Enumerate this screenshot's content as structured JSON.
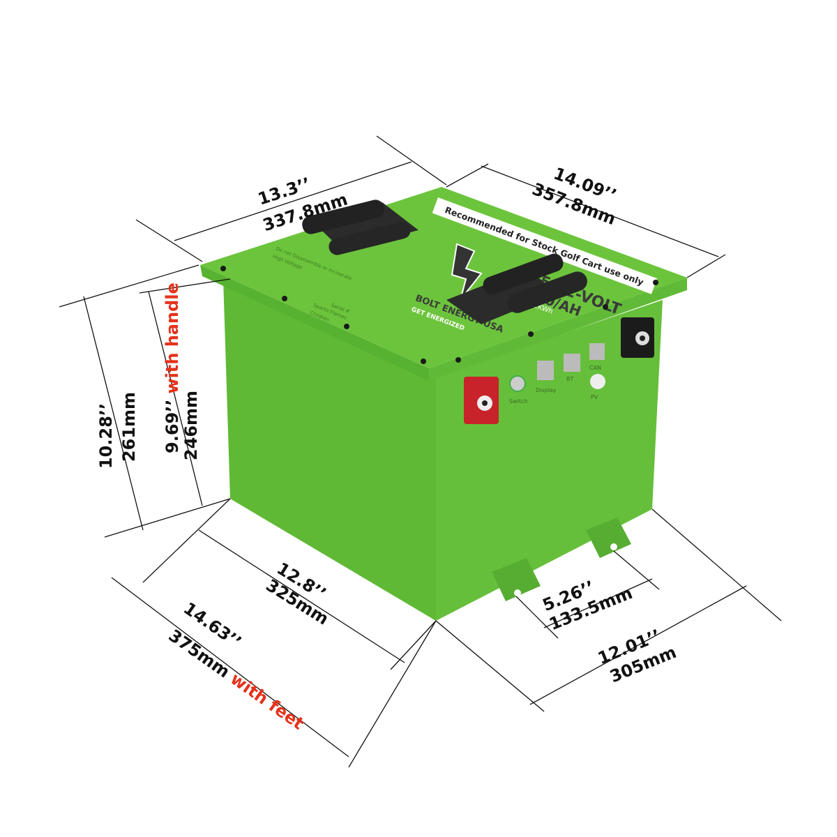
{
  "label": {
    "banner": "Recommended for Stock Golf Cart use only",
    "voltage": "51.2-VOLT",
    "capacity": "60/AH",
    "energy": "3.072KWh",
    "brand": "BOLT ENERGY USA",
    "tagline": "GET ENERGIZED",
    "serial": "Serial #",
    "warning_1": "Do not Disassemble or Incinerate",
    "warning_2": "High Voltage",
    "warning_3": "Sparks Flames",
    "warning_4": "Children"
  },
  "ports": [
    "Switch",
    "Display",
    "BT",
    "CAN",
    "PV"
  ],
  "dimensions": {
    "top_left": {
      "inch": "13.3’’",
      "mm": "337.8mm"
    },
    "top_right": {
      "inch": "14.09’’",
      "mm": "357.8mm"
    },
    "height_total": {
      "inch": "10.28’’",
      "mm": "261mm"
    },
    "height_handle": {
      "inch": "9.69’’",
      "note": "with handle",
      "mm": "246mm"
    },
    "bottom_left_inner": {
      "inch": "12.8’’",
      "mm": "325mm"
    },
    "bottom_left_outer": {
      "inch": "14.63’’",
      "mm": "375mm",
      "note": "with feet"
    },
    "feet_spacing": {
      "inch": "5.26’’",
      "mm": "133.5mm"
    },
    "bottom_right": {
      "inch": "12.01’’",
      "mm": "305mm"
    }
  },
  "colors": {
    "battery_green": "#5fb935",
    "lid_green": "#6cc43c",
    "accent_red": "#e4321b",
    "terminal_red": "#c8232a"
  }
}
